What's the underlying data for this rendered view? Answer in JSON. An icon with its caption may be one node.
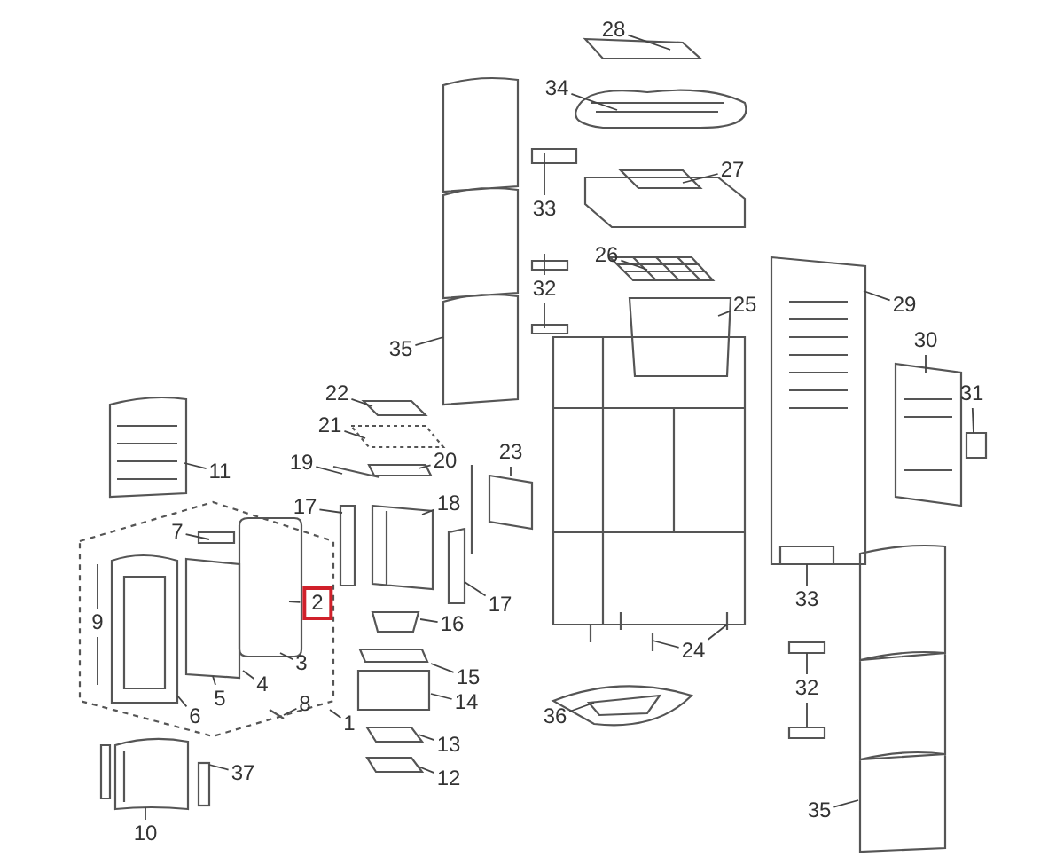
{
  "diagram": {
    "nodes": [
      {
        "text": [
          "28"
        ]
      },
      {
        "text": [
          "34"
        ]
      },
      {
        "text": [
          "33"
        ]
      },
      {
        "text": [
          "27"
        ]
      },
      {
        "text": [
          "26"
        ]
      },
      {
        "text": [
          "32"
        ]
      },
      {
        "text": [
          "25"
        ]
      },
      {
        "text": [
          "29"
        ]
      },
      {
        "text": [
          "30"
        ]
      },
      {
        "text": [
          "35"
        ]
      },
      {
        "text": [
          "31"
        ]
      },
      {
        "text": [
          "22"
        ]
      },
      {
        "text": [
          "21"
        ]
      },
      {
        "text": [
          "23"
        ]
      },
      {
        "text": [
          "19"
        ]
      },
      {
        "text": [
          "20"
        ]
      },
      {
        "text": [
          "11"
        ]
      },
      {
        "text": [
          "17"
        ]
      },
      {
        "text": [
          "18"
        ]
      },
      {
        "text": [
          "7"
        ]
      },
      {
        "text": [
          "2"
        ]
      },
      {
        "text": [
          "17"
        ]
      },
      {
        "text": [
          "9"
        ]
      },
      {
        "text": [
          "33"
        ]
      },
      {
        "text": [
          "16"
        ]
      },
      {
        "text": [
          "24"
        ]
      },
      {
        "text": [
          "3"
        ]
      },
      {
        "text": [
          "15"
        ]
      },
      {
        "text": [
          "4"
        ]
      },
      {
        "text": [
          "5"
        ]
      },
      {
        "text": [
          "8"
        ]
      },
      {
        "text": [
          "32"
        ]
      },
      {
        "text": [
          "14"
        ]
      },
      {
        "text": [
          "6"
        ]
      },
      {
        "text": [
          "1"
        ]
      },
      {
        "text": [
          "36"
        ]
      },
      {
        "text": [
          "13"
        ]
      },
      {
        "text": [
          "37"
        ]
      },
      {
        "text": [
          "12"
        ]
      },
      {
        "text": [
          "10"
        ]
      },
      {
        "text": [
          "35"
        ]
      },
      {
        "text": [],
        "shape": "picture"
      },
      {
        "text": [],
        "shape": "box"
      }
    ],
    "edges": [
      {
        "from": 0,
        "to": null,
        "arrow": "none"
      },
      {
        "from": 1,
        "to": null,
        "arrow": "none"
      },
      {
        "from": 2,
        "to": null,
        "arrow": "none"
      },
      {
        "from": 3,
        "to": null,
        "arrow": "none"
      },
      {
        "from": 4,
        "to": null,
        "arrow": "none"
      },
      {
        "from": 5,
        "to": null,
        "arrow": "none"
      },
      {
        "from": 5,
        "to": null,
        "arrow": "none"
      },
      {
        "from": 6,
        "to": null,
        "arrow": "none"
      },
      {
        "from": 7,
        "to": null,
        "arrow": "none"
      },
      {
        "from": 8,
        "to": null,
        "arrow": "none"
      },
      {
        "from": 9,
        "to": null,
        "arrow": "none"
      },
      {
        "from": 10,
        "to": null,
        "arrow": "none"
      },
      {
        "from": 11,
        "to": null,
        "arrow": "none"
      },
      {
        "from": 12,
        "to": null,
        "arrow": "none"
      },
      {
        "from": 13,
        "to": null,
        "arrow": "none"
      },
      {
        "from": 14,
        "to": null,
        "arrow": "none"
      },
      {
        "from": 15,
        "to": null,
        "arrow": "none"
      },
      {
        "from": 16,
        "to": null,
        "arrow": "none"
      },
      {
        "from": 17,
        "to": null,
        "arrow": "none"
      },
      {
        "from": 18,
        "to": null,
        "arrow": "none"
      },
      {
        "from": 19,
        "to": null,
        "arrow": "none"
      },
      {
        "from": 20,
        "to": null,
        "arrow": "none"
      },
      {
        "from": 21,
        "to": null,
        "arrow": "none"
      },
      {
        "from": 22,
        "to": null,
        "arrow": "none"
      },
      {
        "from": 22,
        "to": null,
        "arrow": "none"
      },
      {
        "from": 23,
        "to": null,
        "arrow": "none"
      },
      {
        "from": 24,
        "to": null,
        "arrow": "none"
      },
      {
        "from": 25,
        "to": null,
        "arrow": "none"
      },
      {
        "from": 25,
        "to": null,
        "arrow": "none"
      },
      {
        "from": 26,
        "to": null,
        "arrow": "none"
      },
      {
        "from": 27,
        "to": null,
        "arrow": "none"
      },
      {
        "from": 28,
        "to": null,
        "arrow": "none"
      },
      {
        "from": 29,
        "to": null,
        "arrow": "none"
      },
      {
        "from": 30,
        "to": null,
        "arrow": "none"
      },
      {
        "from": 31,
        "to": null,
        "arrow": "none"
      },
      {
        "from": 31,
        "to": null,
        "arrow": "none"
      },
      {
        "from": 32,
        "to": null,
        "arrow": "none"
      },
      {
        "from": 33,
        "to": null,
        "arrow": "none"
      },
      {
        "from": 34,
        "to": null,
        "arrow": "none"
      },
      {
        "from": 35,
        "to": null,
        "arrow": "none"
      },
      {
        "from": 36,
        "to": null,
        "arrow": "none"
      },
      {
        "from": 37,
        "to": 42,
        "arrow": "none"
      },
      {
        "from": 38,
        "to": null,
        "arrow": "none"
      },
      {
        "from": 39,
        "to": 41,
        "arrow": "none"
      },
      {
        "from": 40,
        "to": null,
        "arrow": "none"
      }
    ]
  }
}
